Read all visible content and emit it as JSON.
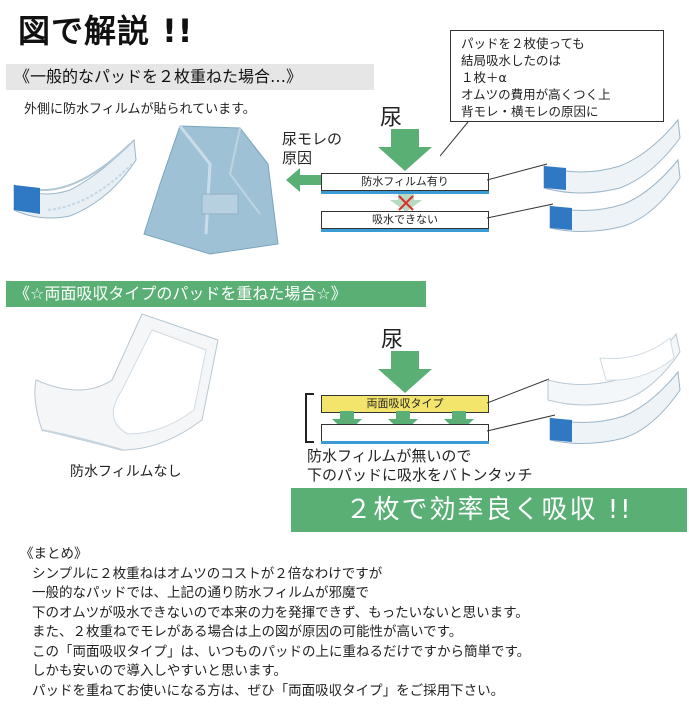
{
  "title": "図で解説 !!",
  "section1": {
    "heading": "《一般的なパッドを２枚重ねた場合…》",
    "subtitle": "外側に防水フィルムが貼られています。",
    "urine_label": "尿",
    "leak_label_line1": "尿モレの",
    "leak_label_line2": "原因",
    "film_layer_label": "防水フィルム有り",
    "no_absorb_label": "吸水できない",
    "note_lines": [
      "パッドを２枚使っても",
      "結局吸水したのは",
      "１枚＋α",
      "オムツの費用が高くつく上",
      "背モレ・横モレの原因に"
    ]
  },
  "section2": {
    "heading": "《☆両面吸収タイプのパッドを重ねた場合☆》",
    "urine_label": "尿",
    "double_layer_label": "両面吸収タイプ",
    "no_film_caption": "防水フィルムなし",
    "relay_line1": "防水フィルムが無いので",
    "relay_line2": "下のパッドに吸水をバトンタッチ",
    "banner": "２枚で効率良く吸収 !!"
  },
  "summary": {
    "heading": "《まとめ》",
    "lines": [
      "シンプルに２枚重ねはオムツのコストが２倍なわけですが",
      "一般的なパッドでは、上記の通り防水フィルムが邪魔で",
      "下のオムツが吸水できないので本来の力を発揮できず、もったいないと思います。",
      "また、２枚重ねでモレがある場合は上の図が原因の可能性が高いです。",
      "この「両面吸収タイプ」は、いつものパッドの上に重ねるだけですから簡単です。",
      "しかも安いので導入しやすいと思います。",
      "パッドを重ねてお使いになる方は、ぜひ「両面吸収タイプ」をご採用下さい。"
    ]
  },
  "colors": {
    "accent_green": "#5aaf75",
    "film_blue": "#3a9bd5",
    "double_yellow": "#f3e46b",
    "cross_red": "#d9322b"
  }
}
